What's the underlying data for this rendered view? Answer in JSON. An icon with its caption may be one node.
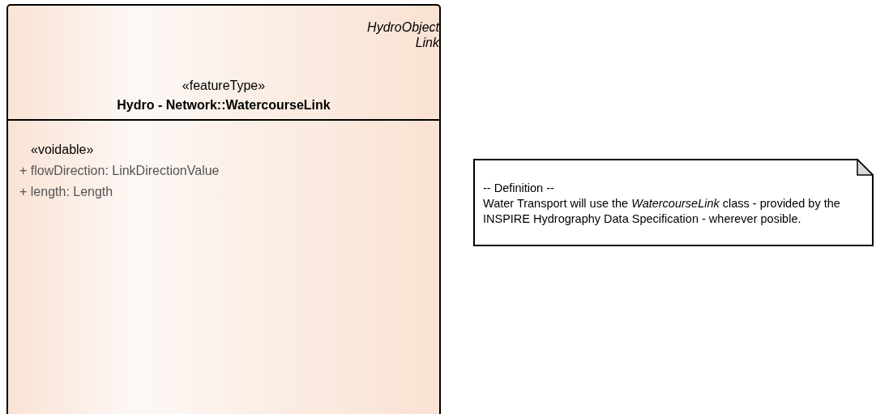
{
  "diagram": {
    "nodes": [
      {
        "text": [
          "HydroObject Link",
          "«featureType»",
          "Hydro - Network::WatercourseLink",
          "«voidable»",
          "+ flowDirection: LinkDirectionValue",
          "+ length: Length"
        ]
      },
      {
        "text": [
          "-- Definition --",
          "Water Transport will use the *WatercourseLink* class - provided by the INSPIRE Hydrography Data Specification - wherever posible."
        ]
      }
    ]
  }
}
